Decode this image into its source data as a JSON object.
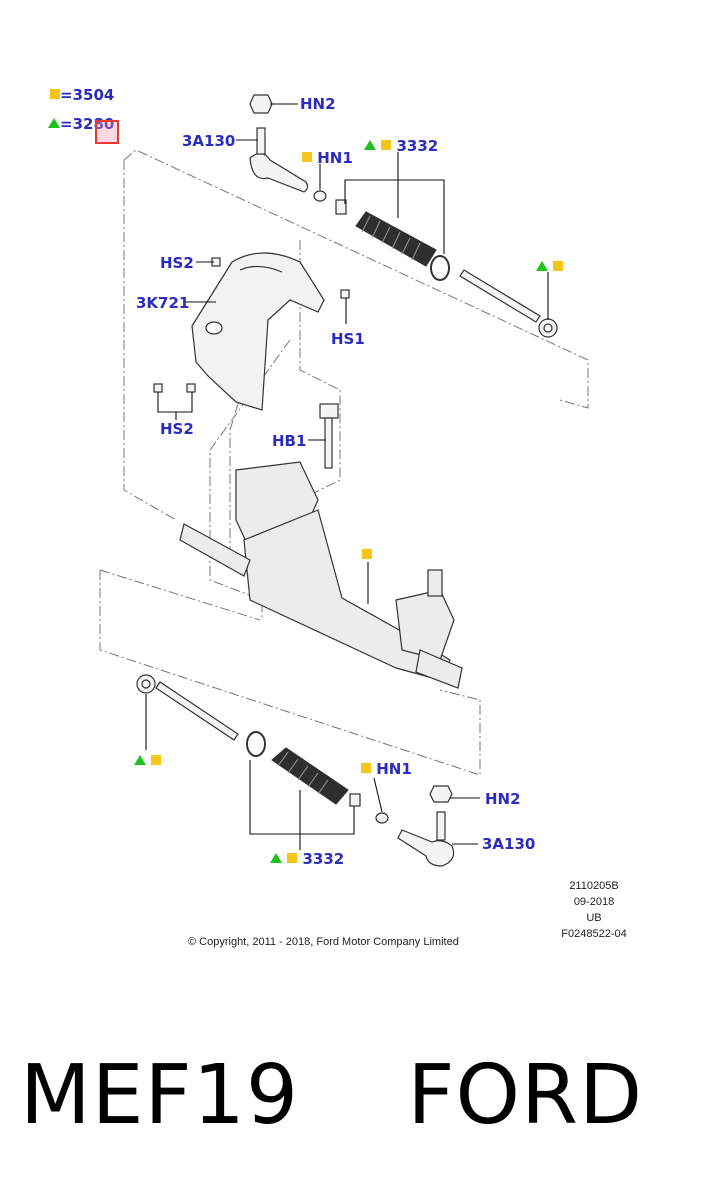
{
  "legend": {
    "square_code": "3504",
    "triangle_code": "3280",
    "square_color": "#f5c518",
    "triangle_color": "#1ec21e",
    "label_color": "#2b2bbf",
    "highlight_color": "#e53935"
  },
  "callouts": {
    "hn2_top": "HN2",
    "a3130_top": "3A130",
    "hn1_top": "HN1",
    "p3332_top": "3332",
    "hs2_top": "HS2",
    "k3721": "3K721",
    "hs1": "HS1",
    "hs2_bottom": "HS2",
    "hb1": "HB1",
    "hn1_bottom": "HN1",
    "hn2_bottom": "HN2",
    "a3130_bottom": "3A130",
    "p3332_bottom": "3332"
  },
  "meta": {
    "line1": "2110205B",
    "line2": "09-2018",
    "line3": "UB",
    "line4": "F0248522-04"
  },
  "copyright": "© Copyright, 2011 - 2018, Ford Motor Company Limited",
  "footer": "MEF19    FORD"
}
